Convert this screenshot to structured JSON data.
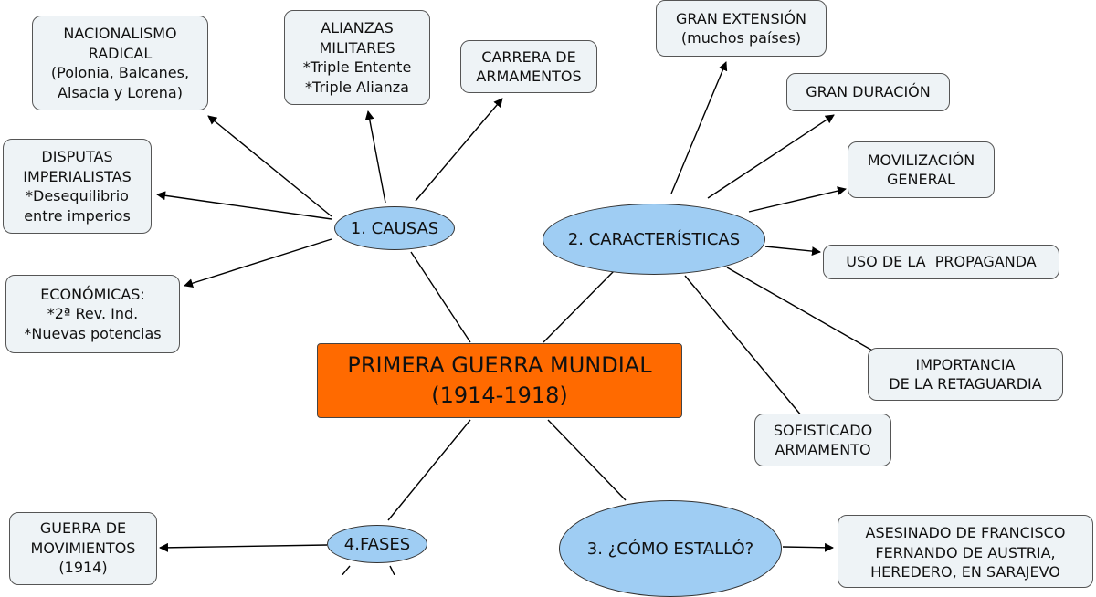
{
  "center": {
    "line1": "PRIMERA GUERRA MUNDIAL",
    "line2": "(1914-1918)"
  },
  "hubs": {
    "causas": "1. CAUSAS",
    "caracteristicas": "2. CARACTERÍSTICAS",
    "como_estallo": "3. ¿CÓMO ESTALLÓ?",
    "fases": "4.FASES"
  },
  "causas": {
    "nacionalismo": [
      "NACIONALISMO",
      "RADICAL",
      "(Polonia, Balcanes,",
      "Alsacia y Lorena)"
    ],
    "alianzas": [
      "ALIANZAS",
      "MILITARES",
      "*Triple Entente",
      "*Triple Alianza"
    ],
    "carrera": [
      "CARRERA DE",
      "ARMAMENTOS"
    ],
    "disputas": [
      "DISPUTAS",
      "IMPERIALISTAS",
      "*Desequilibrio",
      "entre imperios"
    ],
    "economicas": [
      "ECONÓMICAS:",
      "*2ª Rev. Ind.",
      "*Nuevas potencias"
    ]
  },
  "caracteristicas": {
    "extension": [
      "GRAN EXTENSIÓN",
      "(muchos países)"
    ],
    "duracion": [
      "GRAN DURACIÓN"
    ],
    "movilizacion": [
      "MOVILIZACIÓN",
      "GENERAL"
    ],
    "propaganda": [
      "USO DE LA  PROPAGANDA"
    ],
    "retaguardia": [
      "IMPORTANCIA",
      "DE LA RETAGUARDIA"
    ],
    "armamento": [
      "SOFISTICADO",
      "ARMAMENTO"
    ]
  },
  "como_estallo": {
    "asesinato": [
      "ASESINADO DE FRANCISCO",
      "FERNANDO DE AUSTRIA,",
      "HEREDERO, EN SARAJEVO"
    ]
  },
  "fases": {
    "movimientos": [
      "GUERRA DE",
      "MOVIMIENTOS",
      "(1914)"
    ]
  },
  "colors": {
    "center_fill": "#ff6a00",
    "hub_fill": "#9fcdf3",
    "box_fill": "#eef3f6"
  }
}
